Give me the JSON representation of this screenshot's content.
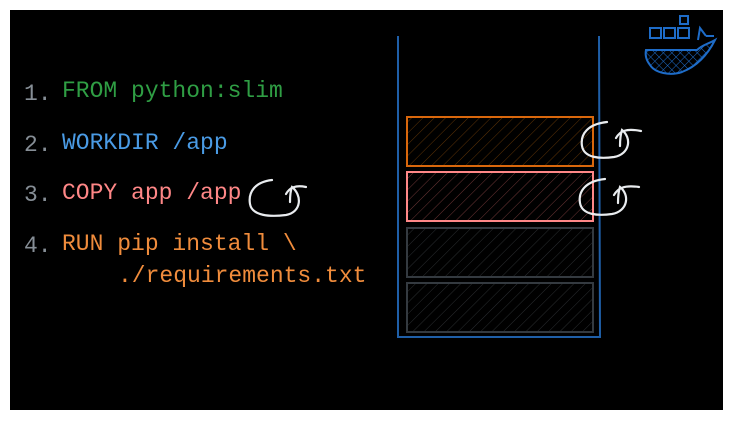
{
  "steps": [
    {
      "num": "1.",
      "text": "FROM python:slim",
      "color": "#2f9e44"
    },
    {
      "num": "2.",
      "text": "WORKDIR /app",
      "color": "#4a9be5"
    },
    {
      "num": "3.",
      "text": "COPY app /app",
      "color": "#ff8787"
    },
    {
      "num": "4.",
      "text": "RUN pip install \\",
      "text2": "./requirements.txt",
      "color": "#f08c3c"
    }
  ],
  "colors": {
    "number": "#868e96",
    "container": "#1f5fa8",
    "layer_workdir": "#d9670c",
    "layer_copy": "#ff8787",
    "layer_inactive": "#343a40",
    "rebuild_arrow": "#e9ecef",
    "docker": "#1e6cc8"
  },
  "icons": {
    "rebuild": "rotate-arrow-icon",
    "logo": "docker-whale-icon"
  }
}
